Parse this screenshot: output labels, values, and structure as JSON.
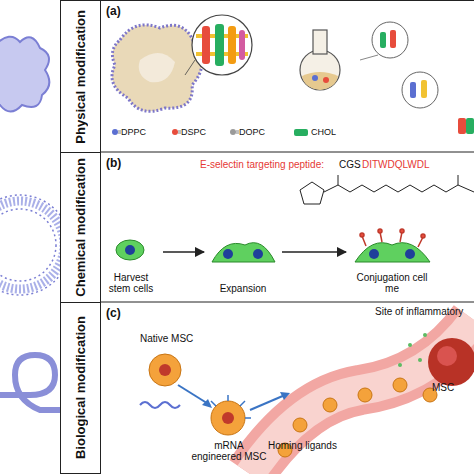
{
  "diagram": {
    "nodes": [
      {
        "text": [
          "Physical modification"
        ]
      },
      {
        "text": [
          "Chemical modification"
        ]
      },
      {
        "text": [
          "Biological modification"
        ]
      },
      {
        "text": [
          "Harvest stem cells"
        ]
      },
      {
        "text": [
          "Expansion"
        ]
      },
      {
        "text": [
          "Conjugation cell me"
        ]
      }
    ],
    "edges": [
      {
        "from": 3,
        "to": 4,
        "arrow": "to"
      },
      {
        "from": 4,
        "to": 5,
        "arrow": "to"
      }
    ],
    "labels": [
      "(a)",
      "(b)",
      "(c)",
      "E-selectin targeting peptide:",
      "CGS",
      "DITWDQLWDL",
      "Native MSC",
      "mRNA engineered MSC",
      "Homing ligands",
      "Site of inflammatory",
      "MSC"
    ],
    "legend": [
      {
        "text": "DPPC"
      },
      {
        "text": "DSPC"
      },
      {
        "text": "DOPC"
      },
      {
        "text": "CHOL"
      }
    ]
  }
}
